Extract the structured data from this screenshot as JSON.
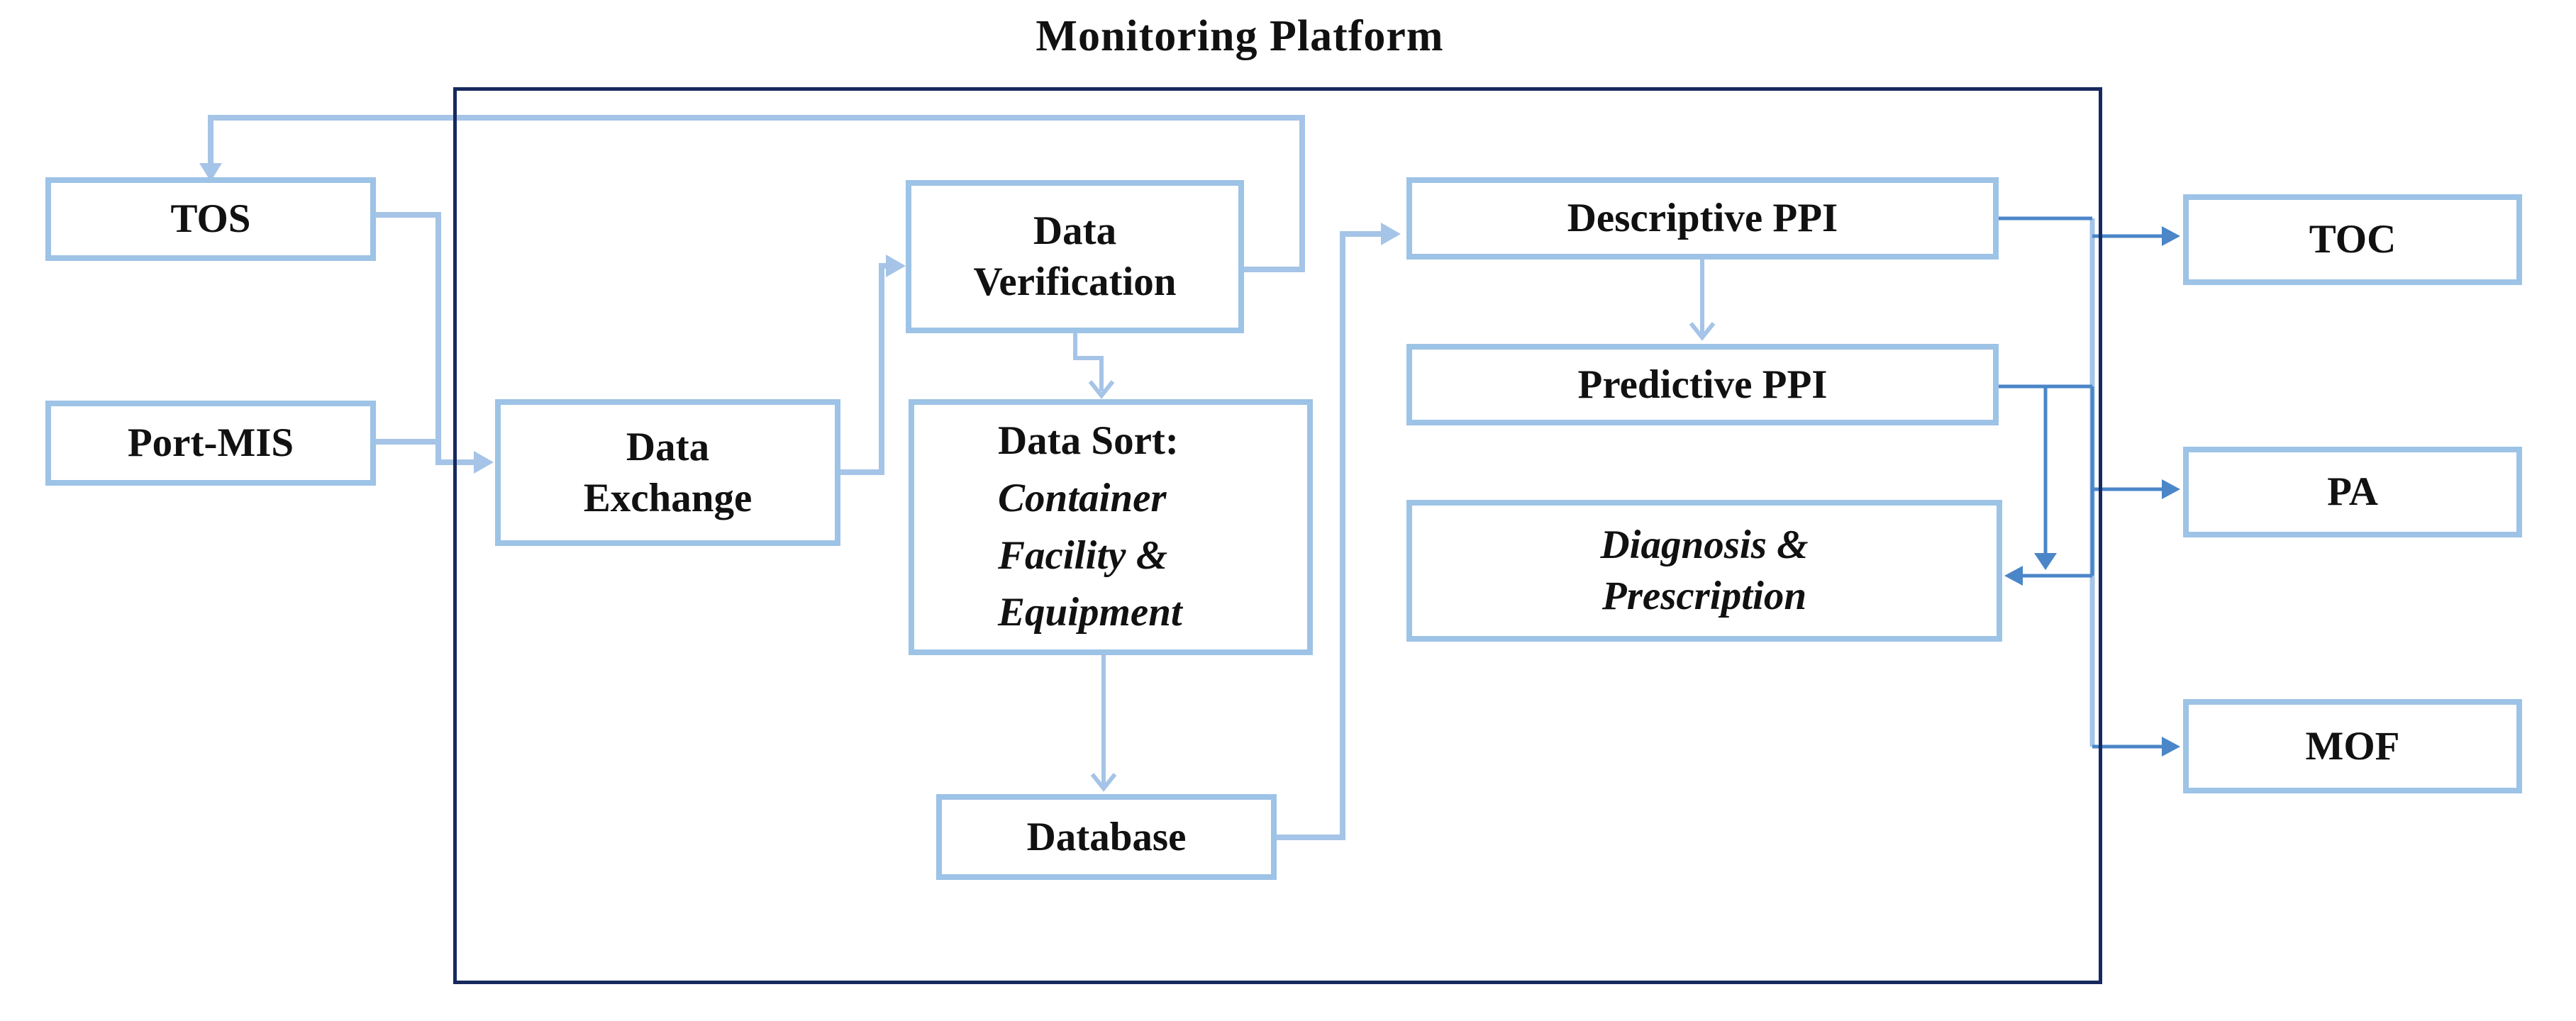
{
  "title": "Monitoring Platform",
  "nodes": {
    "tos": {
      "label": "TOS"
    },
    "port_mis": {
      "label": "Port-MIS"
    },
    "data_exchange": {
      "line1": "Data",
      "line2": "Exchange"
    },
    "data_verification": {
      "line1": "Data",
      "line2": "Verification"
    },
    "data_sort": {
      "heading": "Data Sort:",
      "line1": "Container",
      "line2": "Facility &",
      "line3": "Equipment"
    },
    "database": {
      "label": "Database"
    },
    "descriptive_ppi": {
      "label": "Descriptive PPI"
    },
    "predictive_ppi": {
      "label": "Predictive PPI"
    },
    "diagnosis": {
      "line1": "Diagnosis &",
      "line2": "Prescription"
    },
    "toc": {
      "label": "TOC"
    },
    "pa": {
      "label": "PA"
    },
    "mof": {
      "label": "MOF"
    }
  },
  "edges": [
    {
      "from": "TOS",
      "to": "Data Exchange"
    },
    {
      "from": "Port-MIS",
      "to": "Data Exchange"
    },
    {
      "from": "Data Exchange",
      "to": "Data Verification"
    },
    {
      "from": "Data Verification",
      "to": "Data Sort"
    },
    {
      "from": "Data Verification",
      "to": "TOS",
      "note": "feedback loop"
    },
    {
      "from": "Data Sort",
      "to": "Database"
    },
    {
      "from": "Database",
      "to": "Descriptive PPI"
    },
    {
      "from": "Descriptive PPI",
      "to": "Predictive PPI"
    },
    {
      "from": "Descriptive PPI",
      "to": "TOC"
    },
    {
      "from": "Predictive PPI",
      "to": "Diagnosis & Prescription"
    },
    {
      "from": "Predictive PPI",
      "to": "PA"
    },
    {
      "from": "Predictive PPI",
      "to": "MOF"
    }
  ],
  "colors": {
    "box_border": "#9DC3E6",
    "connector_light": "#A5C4E7",
    "connector_dark": "#4A86C8",
    "frame": "#17295E",
    "text": "#111111",
    "background": "#FFFFFF"
  }
}
